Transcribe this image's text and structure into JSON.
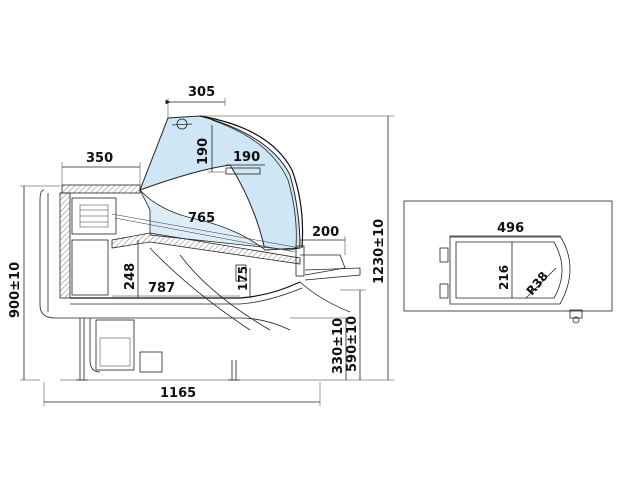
{
  "side_view": {
    "dim_305": "305",
    "dim_190_vertical": "190",
    "dim_190_horizontal": "190",
    "dim_350": "350",
    "dim_765": "765",
    "dim_200": "200",
    "dim_248": "248",
    "dim_787": "787",
    "dim_175": "175",
    "dim_900": "900±10",
    "dim_1230": "1230±10",
    "dim_590": "590±10",
    "dim_330": "330±10",
    "dim_1165": "1165"
  },
  "top_view": {
    "dim_496": "496",
    "dim_216": "216",
    "dim_r38": "R38"
  },
  "colors": {
    "glass": "#cfe6f5",
    "line": "#222222"
  }
}
